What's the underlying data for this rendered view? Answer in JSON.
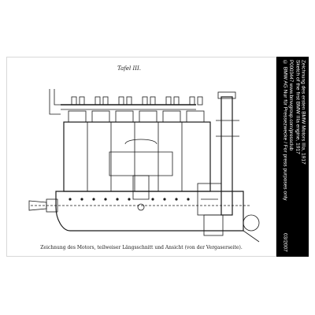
{
  "plate_title": "Tafel III.",
  "caption": "Zeichnung des Motors, teilweiser Längsschnitt und Ansicht (von der Vergaserseite).",
  "side_strip": {
    "title_de": "Zeichnung des ersten BMW Motors IIIa, 1917",
    "title_en": "Sketch of the first BMW IIIa engine, 1917",
    "id_line": "P0003447   www.bmwgroup.com/pressclub",
    "copyright_line": "© BMW AG   Nur für Pressezwecke / For press purposes only",
    "date": "03/2007"
  },
  "colors": {
    "strip_background": "#000000",
    "strip_text": "#ffffff",
    "ink": "#1a1a1a"
  }
}
